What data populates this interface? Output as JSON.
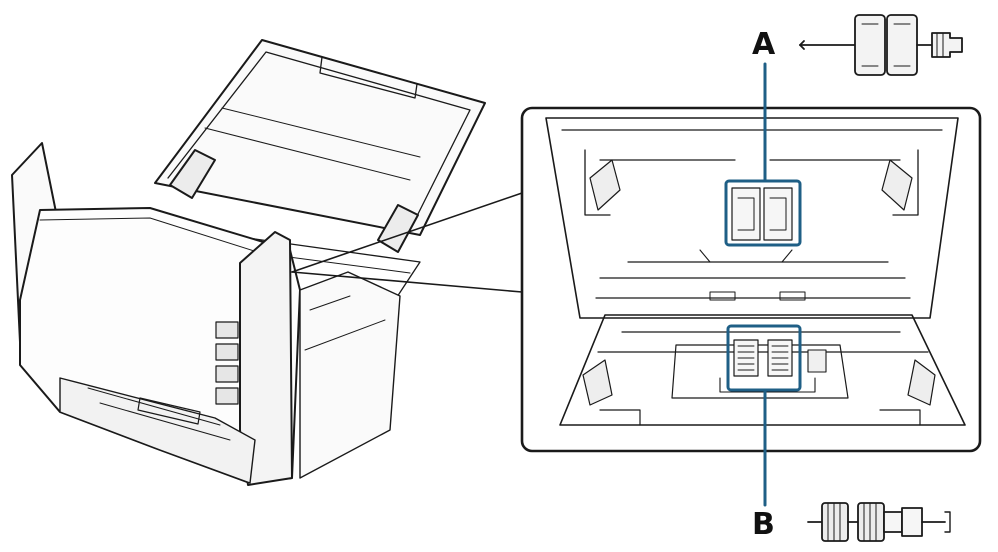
{
  "callouts": {
    "a": {
      "letter": "A",
      "part": "pickup-roller"
    },
    "b": {
      "letter": "B",
      "part": "separation-roller"
    }
  },
  "colors": {
    "line": "#1a1a1a",
    "highlight": "#1f5f86",
    "background": "#ffffff"
  }
}
